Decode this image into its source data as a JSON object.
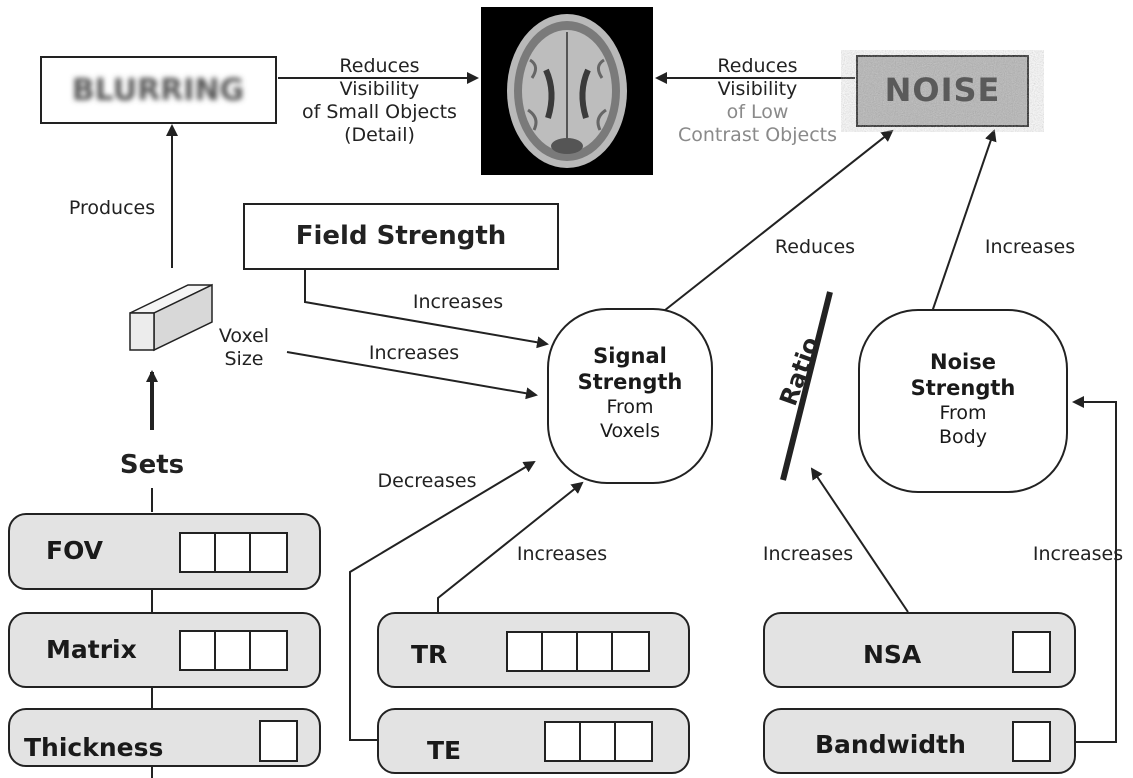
{
  "boxes": {
    "blurring": "BLURRING",
    "noise": "NOISE",
    "field_strength": "Field Strength"
  },
  "nodes": {
    "signal": {
      "title1": "Signal",
      "title2": "Strength",
      "sub1": "From",
      "sub2": "Voxels"
    },
    "noise": {
      "title1": "Noise",
      "title2": "Strength",
      "sub1": "From",
      "sub2": "Body"
    }
  },
  "labels": {
    "reduces_left": [
      "Reduces",
      "Visibility",
      "of Small Objects",
      "(Detail)"
    ],
    "reduces_right": [
      "Reduces",
      "Visibility",
      "of Low",
      "Contrast Objects"
    ],
    "produces": "Produces",
    "voxel_size": [
      "Voxel",
      "Size"
    ],
    "sets": "Sets",
    "increases_field": "Increases",
    "increases_voxel": "Increases",
    "reduces_signal": "Reduces",
    "increases_noise": "Increases",
    "decreases": "Decreases",
    "increases_tr": "Increases",
    "increases_nsa": "Increases",
    "increases_bw": "Increases",
    "ratio": "Ratio"
  },
  "params": [
    {
      "name": "FOV",
      "cells": 3
    },
    {
      "name": "Matrix",
      "cells": 3
    },
    {
      "name": "Thickness",
      "cells": 1
    },
    {
      "name": "TR",
      "cells": 4
    },
    {
      "name": "TE",
      "cells": 3
    },
    {
      "name": "NSA",
      "cells": 1
    },
    {
      "name": "Bandwidth",
      "cells": 1
    }
  ]
}
